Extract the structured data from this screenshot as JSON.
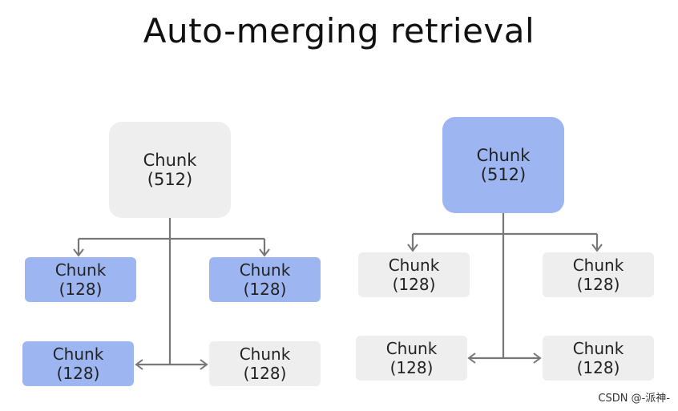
{
  "title": "Auto-merging retrieval",
  "chunk_label": "Chunk",
  "parent_size": "(512)",
  "child_size": "(128)",
  "colors": {
    "highlight": "#9db6f2",
    "neutral": "#eeeeee",
    "connector": "#777777"
  },
  "left_tree": {
    "parent_highlighted": false,
    "children_highlighted": [
      true,
      true,
      true,
      false
    ]
  },
  "right_tree": {
    "parent_highlighted": true,
    "children_highlighted": [
      false,
      false,
      false,
      false
    ]
  },
  "watermark": "CSDN @-派神-"
}
